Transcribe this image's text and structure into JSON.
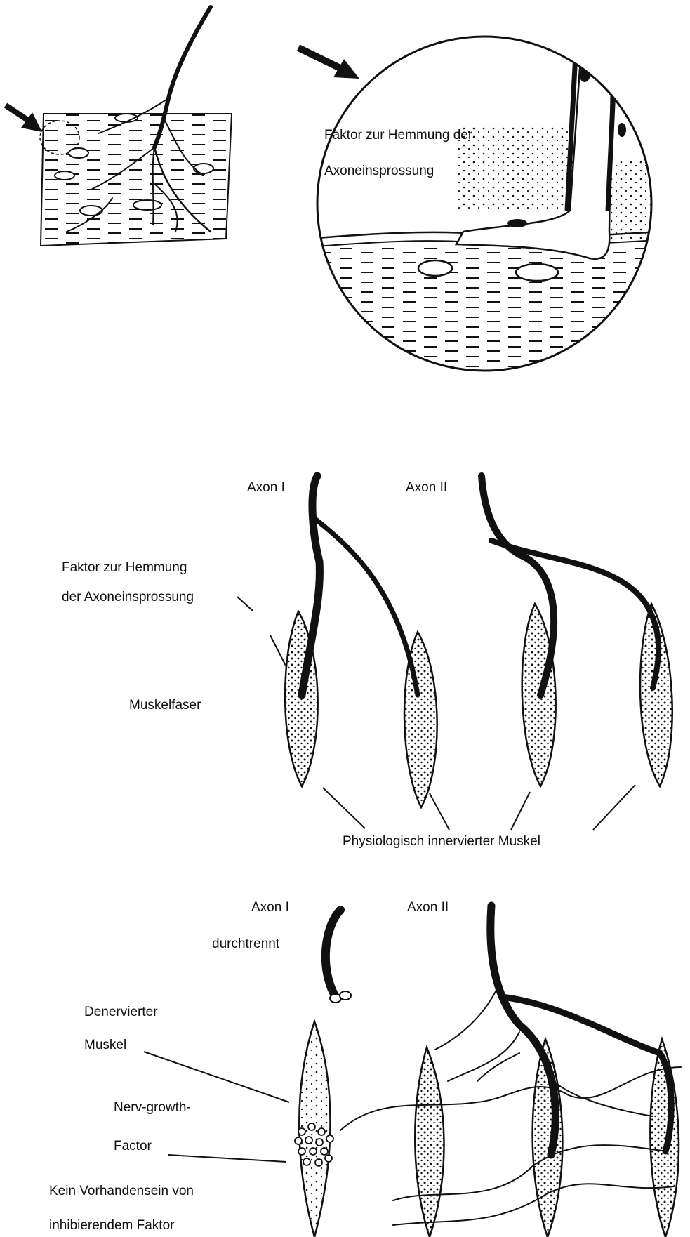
{
  "top_panel": {
    "inset_label_line1": "Faktor zur Hemmung der",
    "inset_label_line2": "Axoneinsprossung"
  },
  "middle_panel": {
    "axon_1": "Axon I",
    "axon_2": "Axon II",
    "inhibition_label_line1": "Faktor zur Hemmung",
    "inhibition_label_line2": "der Axoneinsprossung",
    "muscle_fiber_label": "Muskelfaser",
    "innervated_label": "Physiologisch innervierter Muskel"
  },
  "bottom_panel": {
    "axon_1_line1": "Axon I",
    "axon_1_line2": "durchtrennt",
    "axon_2": "Axon II",
    "denervated_line1": "Denervierter",
    "denervated_line2": "Muskel",
    "ngf_line1": "Nerv-growth-",
    "ngf_line2": "Factor",
    "no_inhibitor_line1": "Kein Vorhandensein von",
    "no_inhibitor_line2": "inhibierendem Faktor"
  },
  "colors": {
    "ink": "#111111",
    "paper": "#ffffff"
  }
}
